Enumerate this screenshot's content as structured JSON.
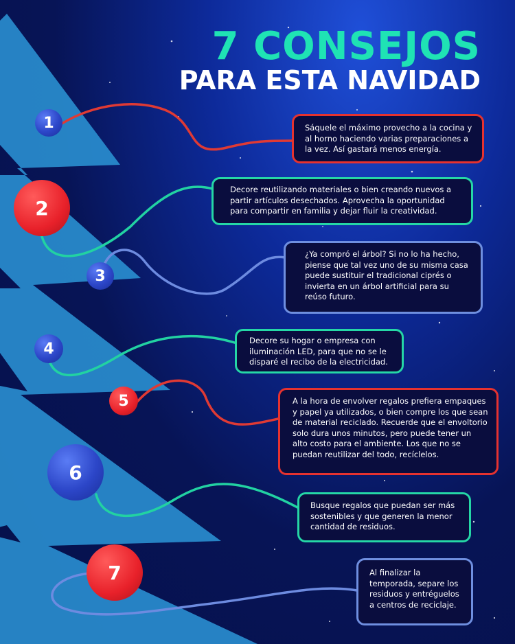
{
  "header": {
    "title": "7 CONSEJOS",
    "subtitle": "PARA ESTA NAVIDAD"
  },
  "colors": {
    "background": "#071456",
    "lightning": "#2a8fd0",
    "title_accent": "#1fe3b4",
    "red": "#e6322f",
    "green": "#25d7a6",
    "blue": "#6f8fe0"
  },
  "tips": [
    {
      "number": "1",
      "text": "Sáquele el máximo provecho a la cocina y al horno haciendo varias preparaciones a la vez. Así gastará menos energía."
    },
    {
      "number": "2",
      "text": "Decore reutilizando materiales o bien creando nuevos a partir artículos desechados. Aprovecha la oportunidad para compartir en familia y dejar fluir la creatividad."
    },
    {
      "number": "3",
      "text": "¿Ya compró el árbol? Si no lo ha hecho, piense que tal vez uno de su misma casa puede sustituir el tradicional ciprés o invierta en un árbol artificial para su reúso futuro."
    },
    {
      "number": "4",
      "text": "Decore su hogar o empresa con iluminación LED, para que no se le disparé el recibo de la electricidad."
    },
    {
      "number": "5",
      "text": "A la hora de envolver regalos prefiera empaques y papel ya utilizados, o bien compre los que sean de material reciclado. Recuerde que el envoltorio solo dura unos minutos, pero puede tener un alto costo para el ambiente. Los que no se puedan reutilizar del todo, recíclelos."
    },
    {
      "number": "6",
      "text": "Busque regalos que puedan ser más sostenibles y que generen la menor cantidad de residuos."
    },
    {
      "number": "7",
      "text": "Al finalizar la temporada, separe los residuos y entréguelos a centros de reciclaje."
    }
  ]
}
